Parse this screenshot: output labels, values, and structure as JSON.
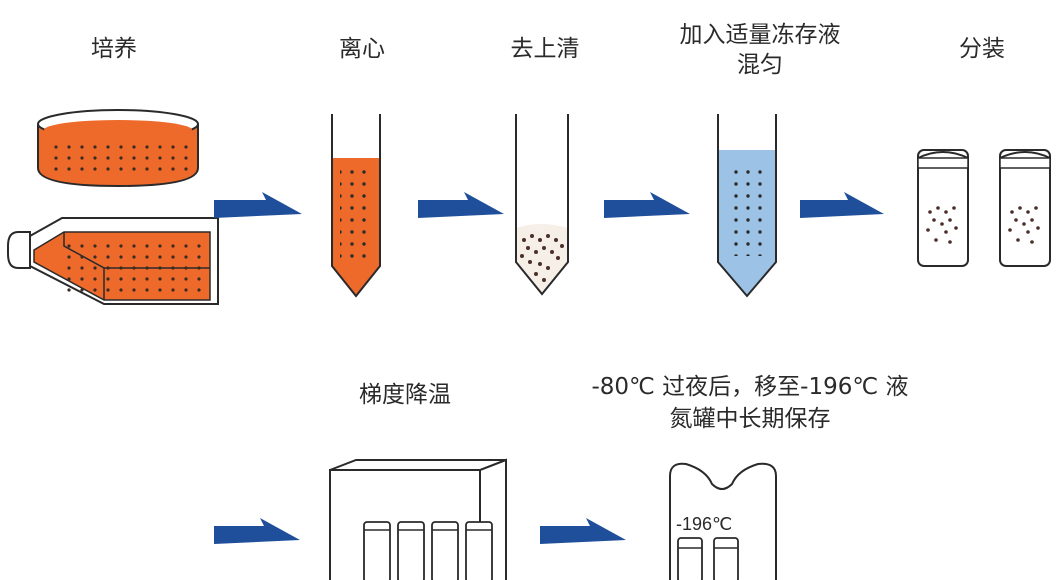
{
  "colors": {
    "orange": "#ee6a2b",
    "blue": "#9cc3e6",
    "arrow": "#1f4f9a",
    "outline": "#2a2a2a",
    "dot": "#2b2b2b"
  },
  "steps_row1": [
    {
      "label": "培养",
      "icon": "culture-dish-and-flask"
    },
    {
      "label": "离心",
      "icon": "centrifuge-tube-orange"
    },
    {
      "label": "去上清",
      "icon": "tube-with-pellet"
    },
    {
      "label_line1": "加入适量冻存液",
      "label_line2": "混匀",
      "icon": "tube-with-freezing-medium"
    },
    {
      "label": "分装",
      "icon": "cryovials"
    }
  ],
  "steps_row2": [
    {
      "label": "梯度降温",
      "icon": "freezing-container"
    },
    {
      "label_line1": "-80℃ 过夜后，移至-196℃ 液",
      "label_line2": "氮罐中长期保存",
      "icon": "liquid-nitrogen-tank"
    }
  ],
  "tank_temperature": "-196℃"
}
